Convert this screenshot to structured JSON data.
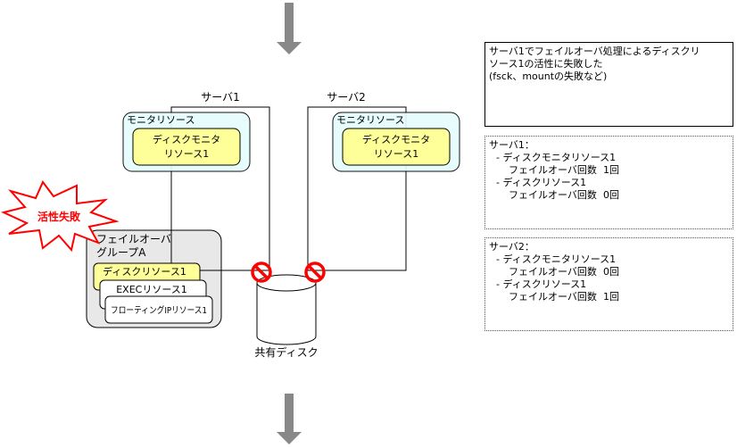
{
  "diagram": {
    "servers": [
      {
        "name": "サーバ1",
        "monitor_group_label": "モニタリソース",
        "monitor_resource": [
          "ディスクモニタ",
          "リソース1"
        ]
      },
      {
        "name": "サーバ2",
        "monitor_group_label": "モニタリソース",
        "monitor_resource": [
          "ディスクモニタ",
          "リソース1"
        ]
      }
    ],
    "failover_group": {
      "label": [
        "フェイルオーバ",
        "グループA"
      ],
      "resources": [
        "ディスクリソース1",
        "EXECリソース1",
        "フローティングIPリソース1"
      ]
    },
    "failure_burst": "活性失敗",
    "shared_disk": "共有ディスク",
    "icons": {
      "arrow_top": "down-arrow-icon",
      "arrow_bottom": "down-arrow-icon",
      "prohibited": "prohibited-icon"
    },
    "colors": {
      "monitor_group_fill": "#e6fcfd",
      "monitor_resource_fill": "#ffff99",
      "failover_group_fill": "#e8e8e8",
      "disk_resource_fill": "#ffff99",
      "burst_stroke": "#ff0000",
      "burst_text": "#ff0000",
      "prohibited": "#ff0000",
      "arrow": "#888888"
    }
  },
  "description": {
    "lines": [
      "サーバ1でフェイルオーバ処理によるディスクリ",
      "ソース1の活性に失敗した",
      "(fsck、mountの失敗など)"
    ]
  },
  "status_panels": [
    {
      "title": "サーバ1：",
      "items": [
        {
          "name": "- ディスクモニタリソース1",
          "label": "フェイルオーバ回数",
          "value": "1回"
        },
        {
          "name": "- ディスクリソース1",
          "label": "フェイルオーバ回数",
          "value": "0回"
        }
      ]
    },
    {
      "title": "サーバ2：",
      "items": [
        {
          "name": "- ディスクモニタリソース1",
          "label": "フェイルオーバ回数",
          "value": "0回"
        },
        {
          "name": "- ディスクリソース1",
          "label": "フェイルオーバ回数",
          "value": "1回"
        }
      ]
    }
  ]
}
